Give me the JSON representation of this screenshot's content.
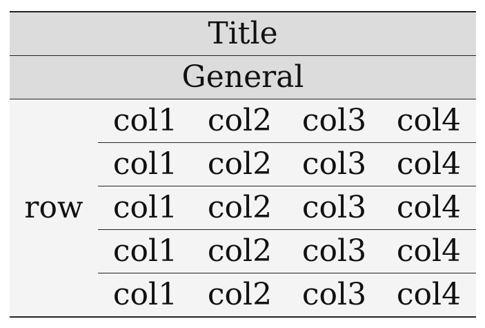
{
  "table": {
    "title": "Title",
    "group_header": "General",
    "row_label": "row",
    "rows": [
      [
        "col1",
        "col2",
        "col3",
        "col4"
      ],
      [
        "col1",
        "col2",
        "col3",
        "col4"
      ],
      [
        "col1",
        "col2",
        "col3",
        "col4"
      ],
      [
        "col1",
        "col2",
        "col3",
        "col4"
      ],
      [
        "col1",
        "col2",
        "col3",
        "col4"
      ]
    ]
  },
  "colors": {
    "header_bg": "#dcdcdc",
    "body_bg": "#f4f4f4",
    "rule": "#222222"
  }
}
